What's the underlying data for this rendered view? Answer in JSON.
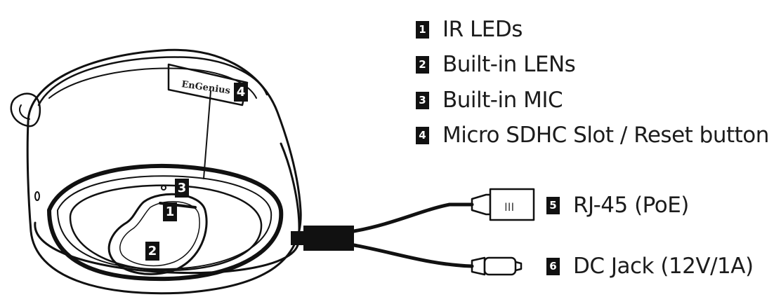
{
  "legend": [
    {
      "num": "1",
      "label": "IR LEDs"
    },
    {
      "num": "2",
      "label": "Built-in LENs"
    },
    {
      "num": "3",
      "label": "Built-in MIC"
    },
    {
      "num": "4",
      "label": "Micro SDHC Slot / Reset button"
    },
    {
      "num": "5",
      "label": "RJ-45 (PoE)"
    },
    {
      "num": "6",
      "label": "DC Jack (12V/1A)"
    }
  ],
  "callouts": {
    "ir_leds": "1",
    "lens": "2",
    "mic": "3",
    "sd_slot": "4"
  },
  "device": {
    "brand": "EnGenius"
  },
  "connector": {
    "rj45_pins": "III"
  },
  "colors": {
    "ink": "#111111",
    "background": "#ffffff"
  }
}
